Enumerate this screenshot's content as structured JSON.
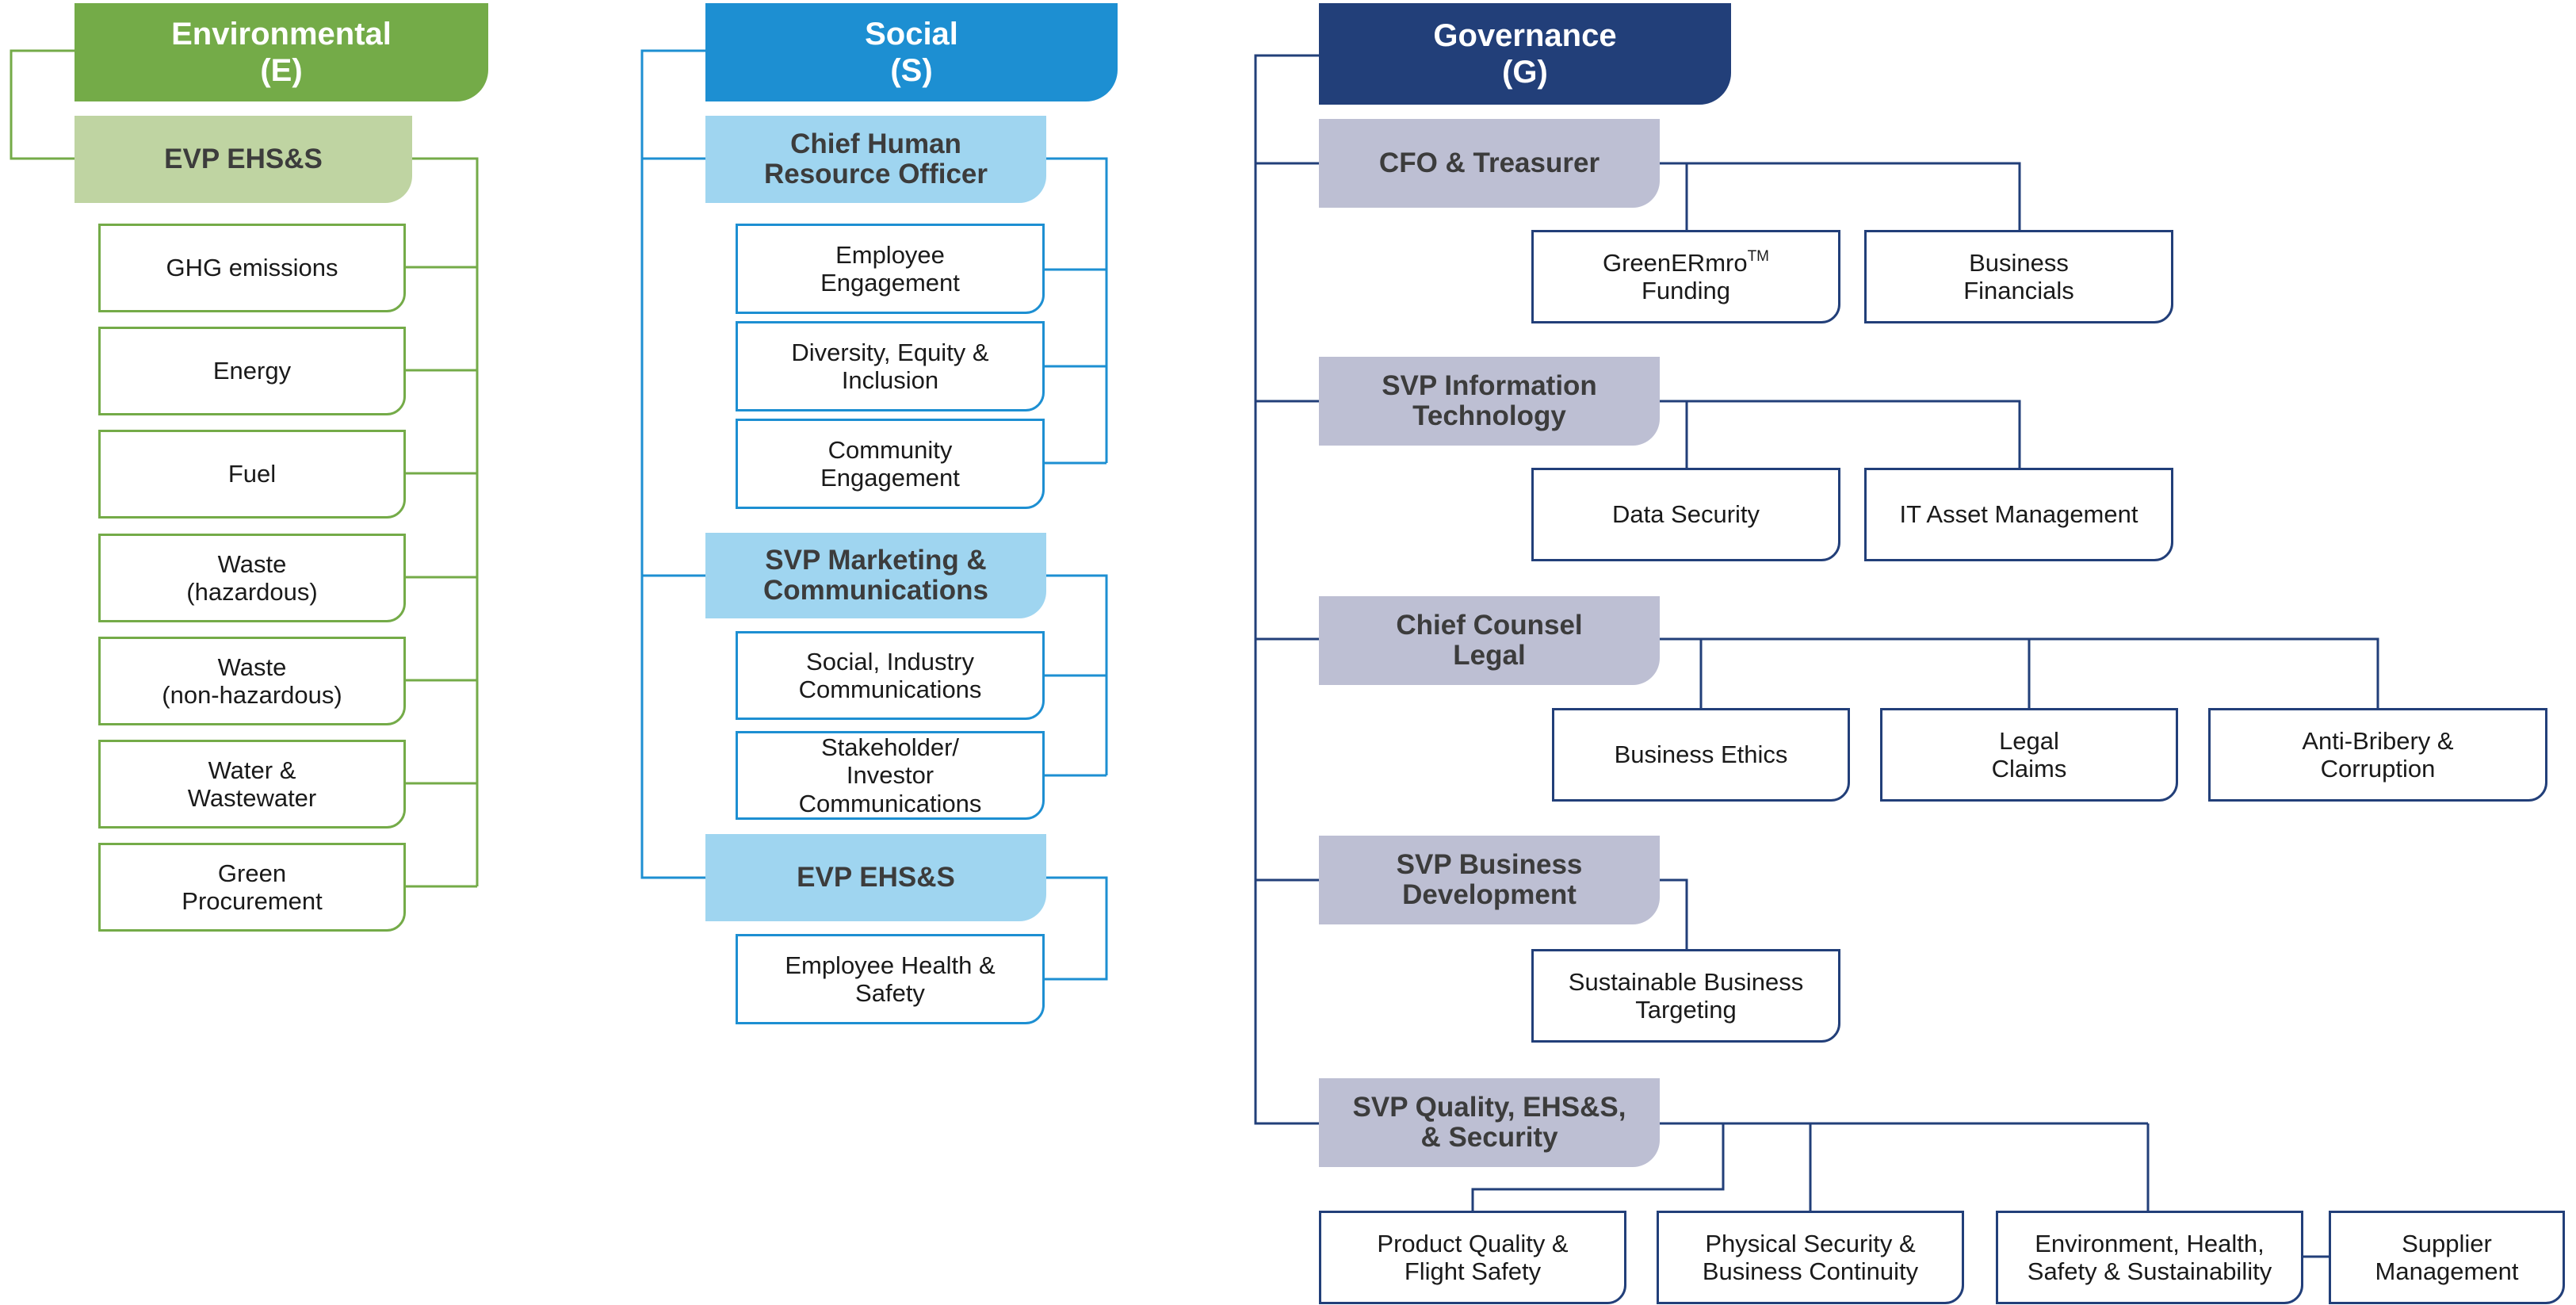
{
  "environmental": {
    "header": "Environmental\n(E)",
    "sub": "EVP EHS&S",
    "items": [
      "GHG emissions",
      "Energy",
      "Fuel",
      "Waste\n(hazardous)",
      "Waste\n(non-hazardous)",
      "Water &\nWastewater",
      "Green\nProcurement"
    ]
  },
  "social": {
    "header": "Social\n(S)",
    "groups": [
      {
        "title": "Chief Human\nResource Officer",
        "items": [
          "Employee\nEngagement",
          "Diversity, Equity &\nInclusion",
          "Community\nEngagement"
        ]
      },
      {
        "title": "SVP Marketing &\nCommunications",
        "items": [
          "Social, Industry\nCommunications",
          "Stakeholder/\nInvestor\nCommunications"
        ]
      },
      {
        "title": "EVP EHS&S",
        "items": [
          "Employee Health &\nSafety"
        ]
      }
    ]
  },
  "governance": {
    "header": "Governance\n(G)",
    "groups": [
      {
        "title": "CFO & Treasurer",
        "items": [
          "GreenERmro",
          "Business\nFinancials"
        ]
      },
      {
        "title": "SVP Information\nTechnology",
        "items": [
          "Data Security",
          "IT Asset Management"
        ]
      },
      {
        "title": "Chief Counsel\nLegal",
        "items": [
          "Business Ethics",
          "Legal\nClaims",
          "Anti-Bribery &\nCorruption"
        ]
      },
      {
        "title": "SVP Business\nDevelopment",
        "items": [
          "Sustainable Business\nTargeting"
        ]
      },
      {
        "title": "SVP Quality, EHS&S,\n& Security",
        "items": [
          "Product Quality &\nFlight Safety",
          "Physical Security &\nBusiness Continuity",
          "Environment, Health,\nSafety & Sustainability",
          "Supplier\nManagement"
        ]
      }
    ],
    "funding_trademark": "TM",
    "funding_suffix": "Funding"
  },
  "colors": {
    "environmental": "#74ab48",
    "environmental_light": "#bfd4a2",
    "social": "#1d8fd2",
    "social_light": "#9fd5f0",
    "governance": "#223f79",
    "governance_light": "#bdbfd3"
  }
}
